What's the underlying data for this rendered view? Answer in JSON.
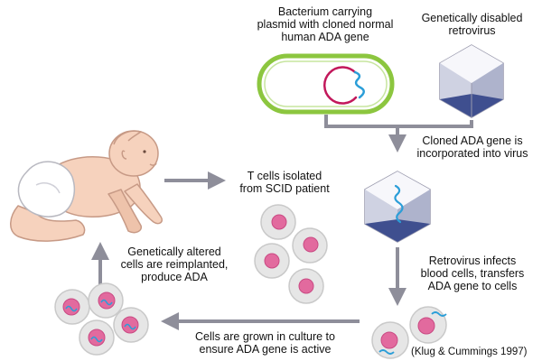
{
  "colors": {
    "arrow": "#8e8e9a",
    "cell_fill": "#e6e6e6",
    "cell_edge": "#c9c9c9",
    "nucleus": "#e26a9e",
    "nucleus_edge": "#c94a83",
    "gene": "#2b9ed8",
    "plasmid": "#c2185b",
    "bacterium_edge": "#8cc63f",
    "virus_light": "#e8e8f0",
    "virus_dark": "#3f4f8f",
    "skin": "#f6d2bd",
    "diaper": "#ffffff"
  },
  "labels": {
    "bacterium": [
      "Bacterium carrying",
      "plasmid with cloned normal",
      "human ADA gene"
    ],
    "retrovirus": [
      "Genetically disabled",
      "retrovirus"
    ],
    "incorporated": [
      "Cloned ADA gene is",
      "incorporated into virus"
    ],
    "t_cells": [
      "T cells isolated",
      "from SCID patient"
    ],
    "infects": [
      "Retrovirus infects",
      "blood cells, transfers",
      "ADA gene to cells"
    ],
    "culture": [
      "Cells are grown in culture to",
      "ensure ADA gene is active"
    ],
    "reimplanted": [
      "Genetically altered",
      "cells are reimplanted,",
      "produce ADA"
    ],
    "citation": "(Klug & Cummings 1997)"
  },
  "icons": {
    "bacterium": "bacterium-with-plasmid-icon",
    "virus": "retrovirus-icon",
    "baby": "baby-patient-icon"
  }
}
